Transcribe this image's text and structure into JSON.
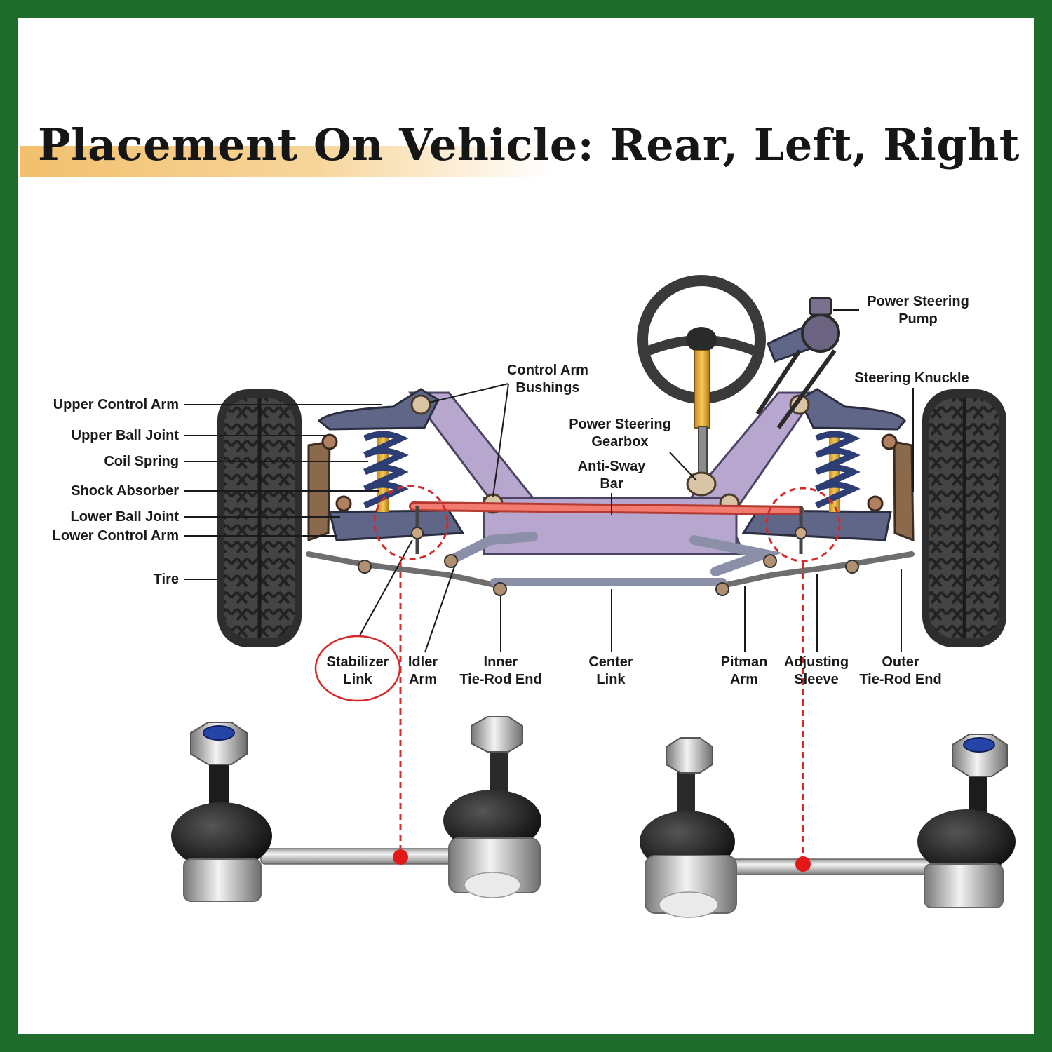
{
  "title": "Placement On Vehicle: Rear, Left, Right",
  "colors": {
    "frame": "#1e6b2c",
    "title_highlight": "#f2c06d",
    "crossmember": "#b7a7cf",
    "arm": "#5f6688",
    "spring": "#2c3e73",
    "tire": "#3a3a3a",
    "anti_sway_bar": "#e8544a",
    "callout": "#d42a2a"
  },
  "labels_left": [
    "Upper Control Arm",
    "Upper Ball Joint",
    "Coil Spring",
    "Shock Absorber",
    "Lower Ball Joint",
    "Lower Control Arm",
    "Tire"
  ],
  "labels_top": {
    "control_arm_bushings": [
      "Control Arm",
      "Bushings"
    ],
    "power_steering_gearbox": [
      "Power Steering",
      "Gearbox"
    ],
    "anti_sway_bar": [
      "Anti-Sway",
      "Bar"
    ],
    "power_steering_pump": [
      "Power Steering",
      "Pump"
    ],
    "steering_knuckle": "Steering Knuckle"
  },
  "labels_bottom": [
    [
      "Stabilizer",
      "Link"
    ],
    [
      "Idler",
      "Arm"
    ],
    [
      "Inner",
      "Tie-Rod End"
    ],
    [
      "Center",
      "Link"
    ],
    [
      "Pitman",
      "Arm"
    ],
    [
      "Adjusting",
      "Sleeve"
    ],
    [
      "Outer",
      "Tie-Rod End"
    ]
  ]
}
